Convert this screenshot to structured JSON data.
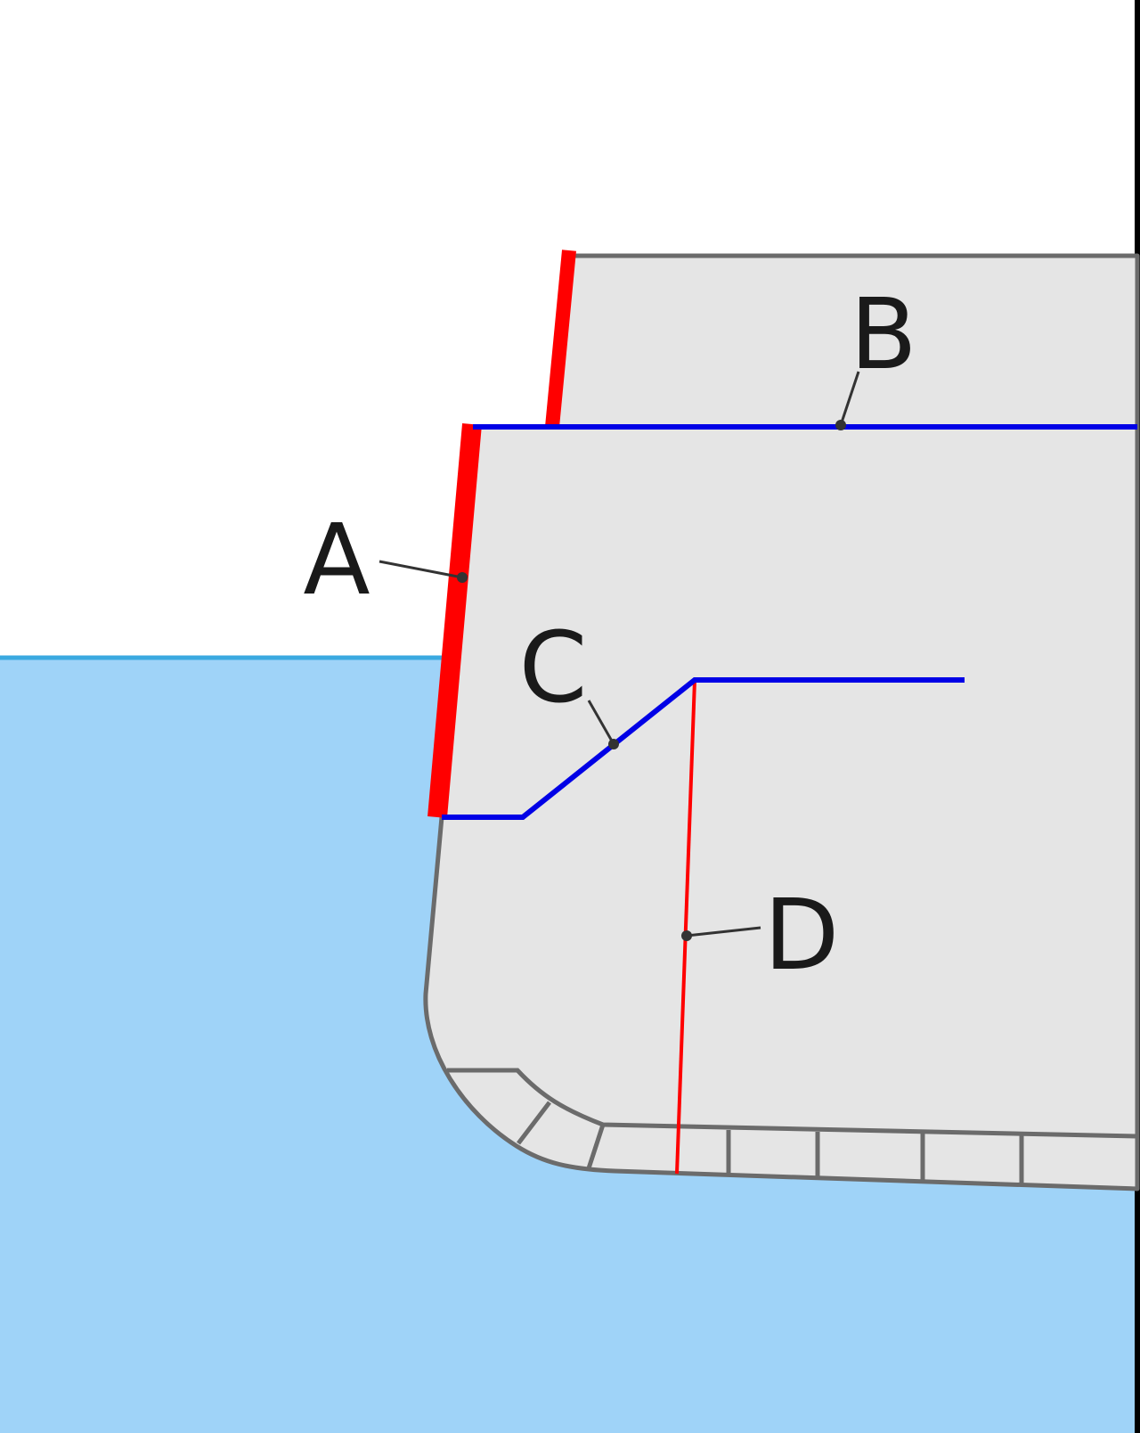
{
  "colors": {
    "background": "#ffffff",
    "water": "#9fd3f8",
    "waterline": "#3aa9e0",
    "hull_fill": "#e5e5e5",
    "hull_outline": "#6b6b6b",
    "red_structure": "#ff0000",
    "blue_structure": "#0000e6",
    "leader": "#333333",
    "label_text": "#1a1a1a",
    "frame_edge": "#000000"
  },
  "callouts": {
    "a": "A",
    "b": "B",
    "c": "C",
    "d": "D"
  }
}
